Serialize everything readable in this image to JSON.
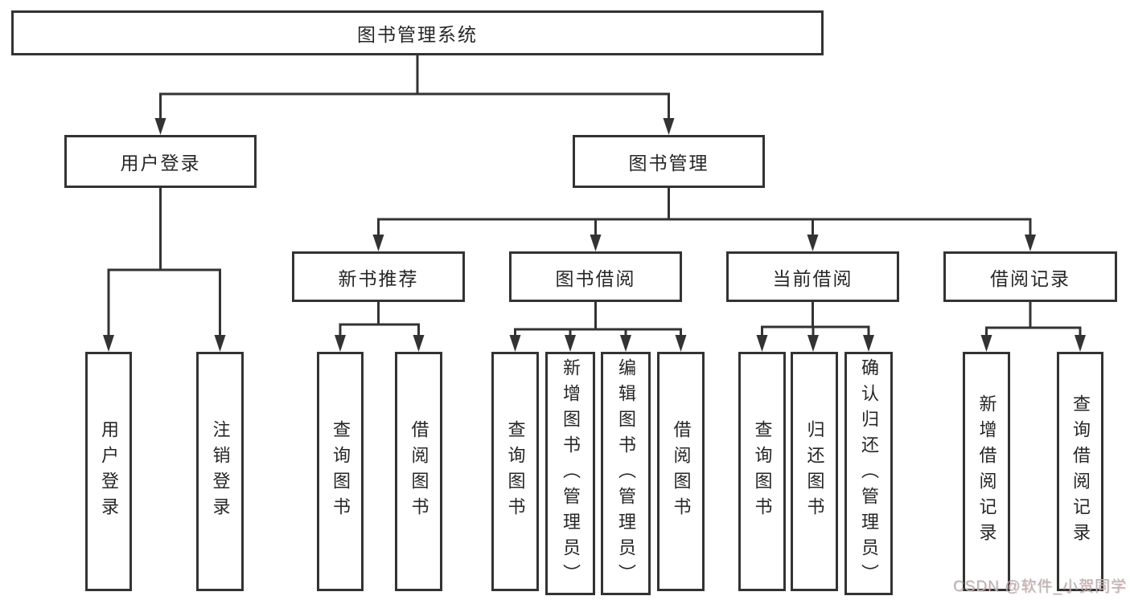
{
  "tree": {
    "label": "图书管理系统",
    "children": [
      {
        "label": "用户登录",
        "children": [
          {
            "label": "用户登录"
          },
          {
            "label": "注销登录"
          }
        ]
      },
      {
        "label": "图书管理",
        "children": [
          {
            "label": "新书推荐",
            "children": [
              {
                "label": "查询图书"
              },
              {
                "label": "借阅图书"
              }
            ]
          },
          {
            "label": "图书借阅",
            "children": [
              {
                "label": "查询图书"
              },
              {
                "label": "新增图书（管理员）"
              },
              {
                "label": "编辑图书（管理员）"
              },
              {
                "label": "借阅图书"
              }
            ]
          },
          {
            "label": "当前借阅",
            "children": [
              {
                "label": "查询图书"
              },
              {
                "label": "归还图书"
              },
              {
                "label": "确认归还（管理员）"
              }
            ]
          },
          {
            "label": "借阅记录",
            "children": [
              {
                "label": "新增借阅记录"
              },
              {
                "label": "查询借阅记录"
              }
            ]
          }
        ]
      }
    ]
  },
  "watermark": "CSDN @软件_小贺同学",
  "colors": {
    "line": "#333333",
    "box_border": "#333333",
    "text": "#262626",
    "watermark_text": "#b5b5b5",
    "background": "#ffffff"
  }
}
